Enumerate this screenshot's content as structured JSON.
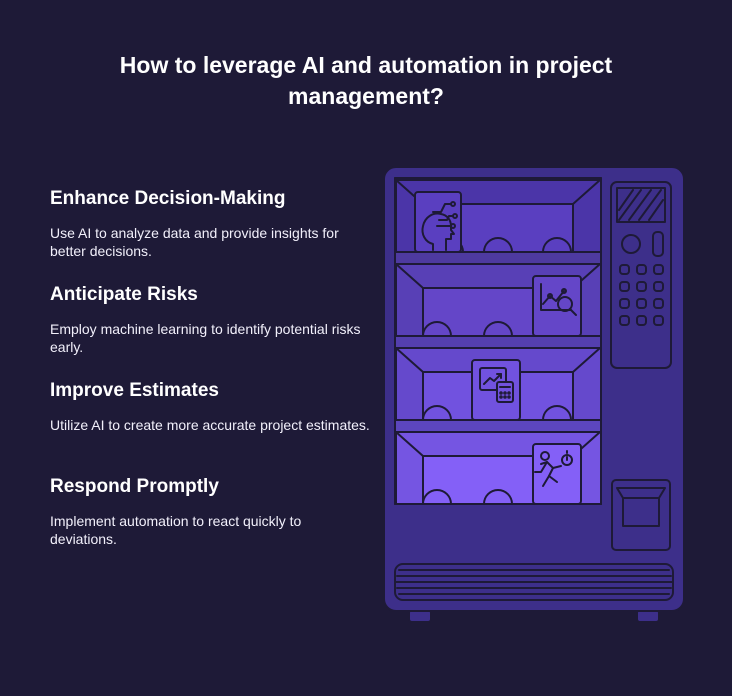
{
  "title": "How to leverage AI and automation in project management?",
  "items": [
    {
      "heading": "Enhance Decision-Making",
      "text": "Use AI to analyze data and provide insights for better decisions.",
      "icon": "ai-brain-icon"
    },
    {
      "heading": "Anticipate Risks",
      "text": "Employ machine learning to identify potential risks early.",
      "icon": "chart-search-icon"
    },
    {
      "heading": "Improve Estimates",
      "text": "Utilize AI to create more accurate project estimates.",
      "icon": "calculator-chart-icon"
    },
    {
      "heading": "Respond Promptly",
      "text": "Implement automation to react quickly to deviations.",
      "icon": "runner-stopwatch-icon"
    }
  ],
  "colors": {
    "background": "#1e1a37",
    "machine_body": "#3d2f8a",
    "machine_outline": "#1e1a37",
    "shelf_top": "#5a3fc0",
    "shelf_bottom": "#8f65ff"
  }
}
